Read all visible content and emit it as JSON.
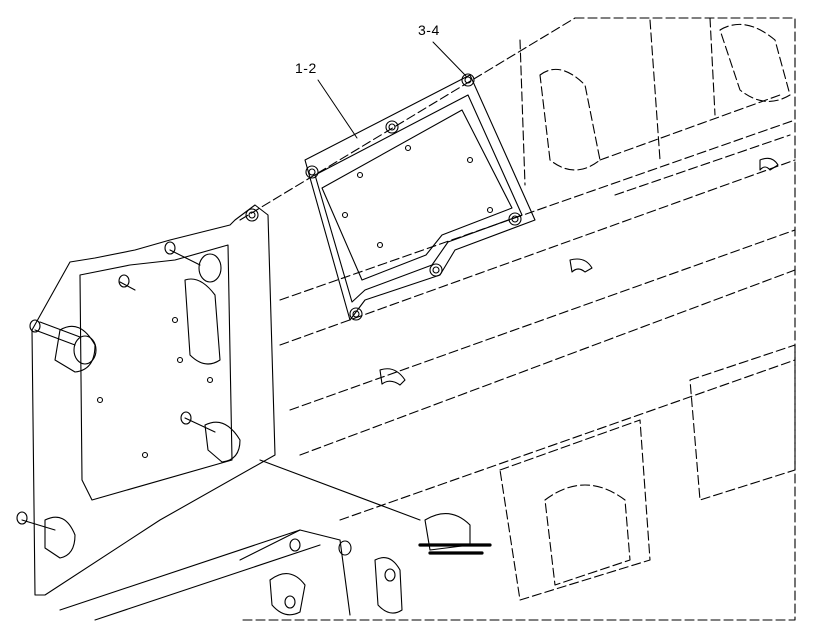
{
  "drawing": {
    "callouts": [
      {
        "label": "1-2",
        "part": "cover"
      },
      {
        "label": "3-4",
        "part": "bolt"
      }
    ],
    "line_color": "#000000",
    "background_color": "#ffffff"
  }
}
